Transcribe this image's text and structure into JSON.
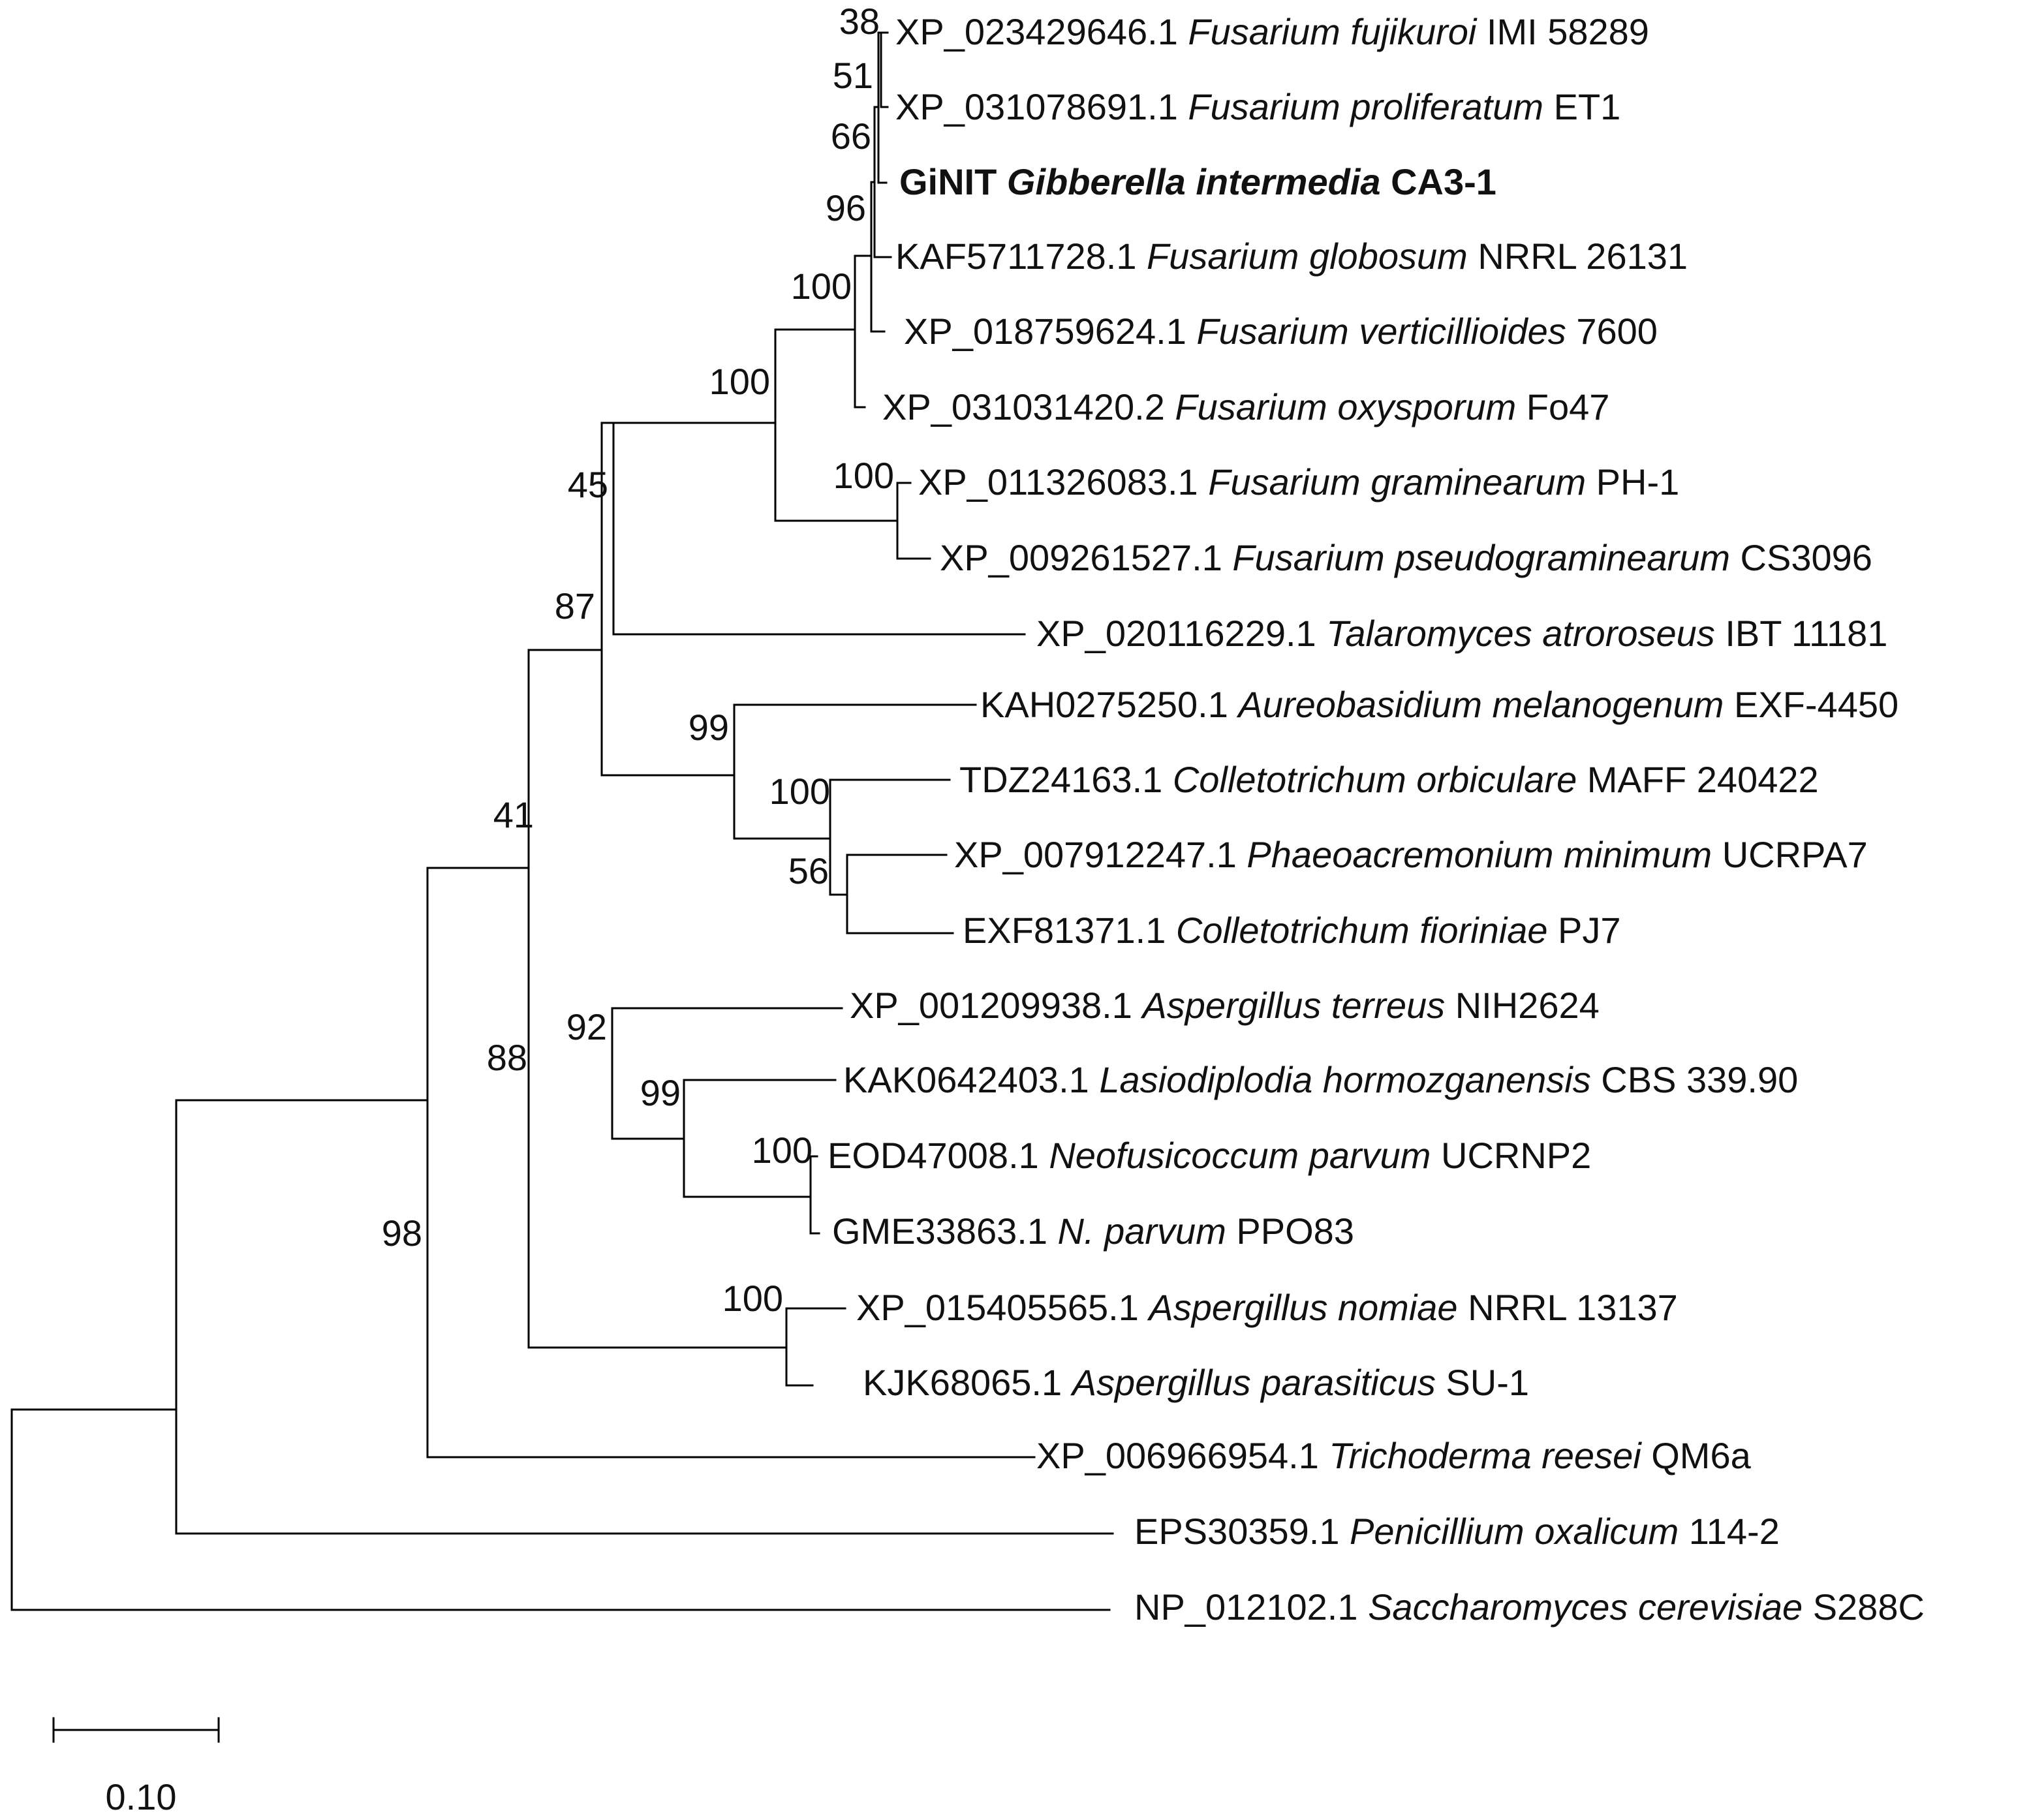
{
  "tree": {
    "leaves": [
      {
        "accession": "XP_023429646.1",
        "species": "Fusarium fujikuroi",
        "strain": "IMI 58289",
        "bold": false
      },
      {
        "accession": "XP_031078691.1",
        "species": "Fusarium proliferatum",
        "strain": "ET1",
        "bold": false
      },
      {
        "accession": "GiNIT",
        "species": "Gibberella intermedia",
        "strain": "CA3-1",
        "bold": true
      },
      {
        "accession": "KAF5711728.1",
        "species": "Fusarium globosum",
        "strain": "NRRL 26131",
        "bold": false
      },
      {
        "accession": "XP_018759624.1",
        "species": "Fusarium verticillioides",
        "strain": "7600",
        "bold": false
      },
      {
        "accession": "XP_031031420.2",
        "species": "Fusarium oxysporum",
        "strain": "Fo47",
        "bold": false
      },
      {
        "accession": "XP_011326083.1",
        "species": "Fusarium graminearum",
        "strain": "PH-1",
        "bold": false
      },
      {
        "accession": "XP_009261527.1",
        "species": "Fusarium pseudograminearum",
        "strain": "CS3096",
        "bold": false
      },
      {
        "accession": "XP_020116229.1",
        "species": "Talaromyces atroroseus",
        "strain": "IBT 11181",
        "bold": false
      },
      {
        "accession": "KAH0275250.1",
        "species": "Aureobasidium melanogenum",
        "strain": "EXF-4450",
        "bold": false
      },
      {
        "accession": "TDZ24163.1",
        "species": "Colletotrichum orbiculare",
        "strain": "MAFF 240422",
        "bold": false
      },
      {
        "accession": "XP_007912247.1",
        "species": "Phaeoacremonium minimum",
        "strain": "UCRPA7",
        "bold": false
      },
      {
        "accession": "EXF81371.1",
        "species": "Colletotrichum fioriniae",
        "strain": "PJ7",
        "bold": false
      },
      {
        "accession": "XP_001209938.1",
        "species": "Aspergillus terreus",
        "strain": "NIH2624",
        "bold": false
      },
      {
        "accession": "KAK0642403.1",
        "species": "Lasiodiplodia hormozganensis",
        "strain": "CBS 339.90",
        "bold": false
      },
      {
        "accession": "EOD47008.1",
        "species": "Neofusicoccum parvum",
        "strain": "UCRNP2",
        "bold": false
      },
      {
        "accession": "GME33863.1",
        "species": "N. parvum",
        "strain": "PPO83",
        "bold": false
      },
      {
        "accession": "XP_015405565.1",
        "species": "Aspergillus nomiae",
        "strain": "NRRL 13137",
        "bold": false
      },
      {
        "accession": "KJK68065.1",
        "species": "Aspergillus parasiticus",
        "strain": "SU-1",
        "bold": false
      },
      {
        "accession": "XP_006966954.1",
        "species": "Trichoderma reesei",
        "strain": "QM6a",
        "bold": false
      },
      {
        "accession": "EPS30359.1",
        "species": "Penicillium oxalicum",
        "strain": "114-2",
        "bold": false
      },
      {
        "accession": "NP_012102.1",
        "species": "Saccharomyces cerevisiae",
        "strain": "S288C",
        "bold": false
      }
    ],
    "bootstrap_values": [
      "38",
      "51",
      "66",
      "96",
      "100",
      "100",
      "100",
      "45",
      "87",
      "99",
      "100",
      "56",
      "41",
      "92",
      "99",
      "100",
      "100",
      "88",
      "98"
    ],
    "scale_bar": {
      "label": "0.10",
      "length": 0.1
    }
  }
}
